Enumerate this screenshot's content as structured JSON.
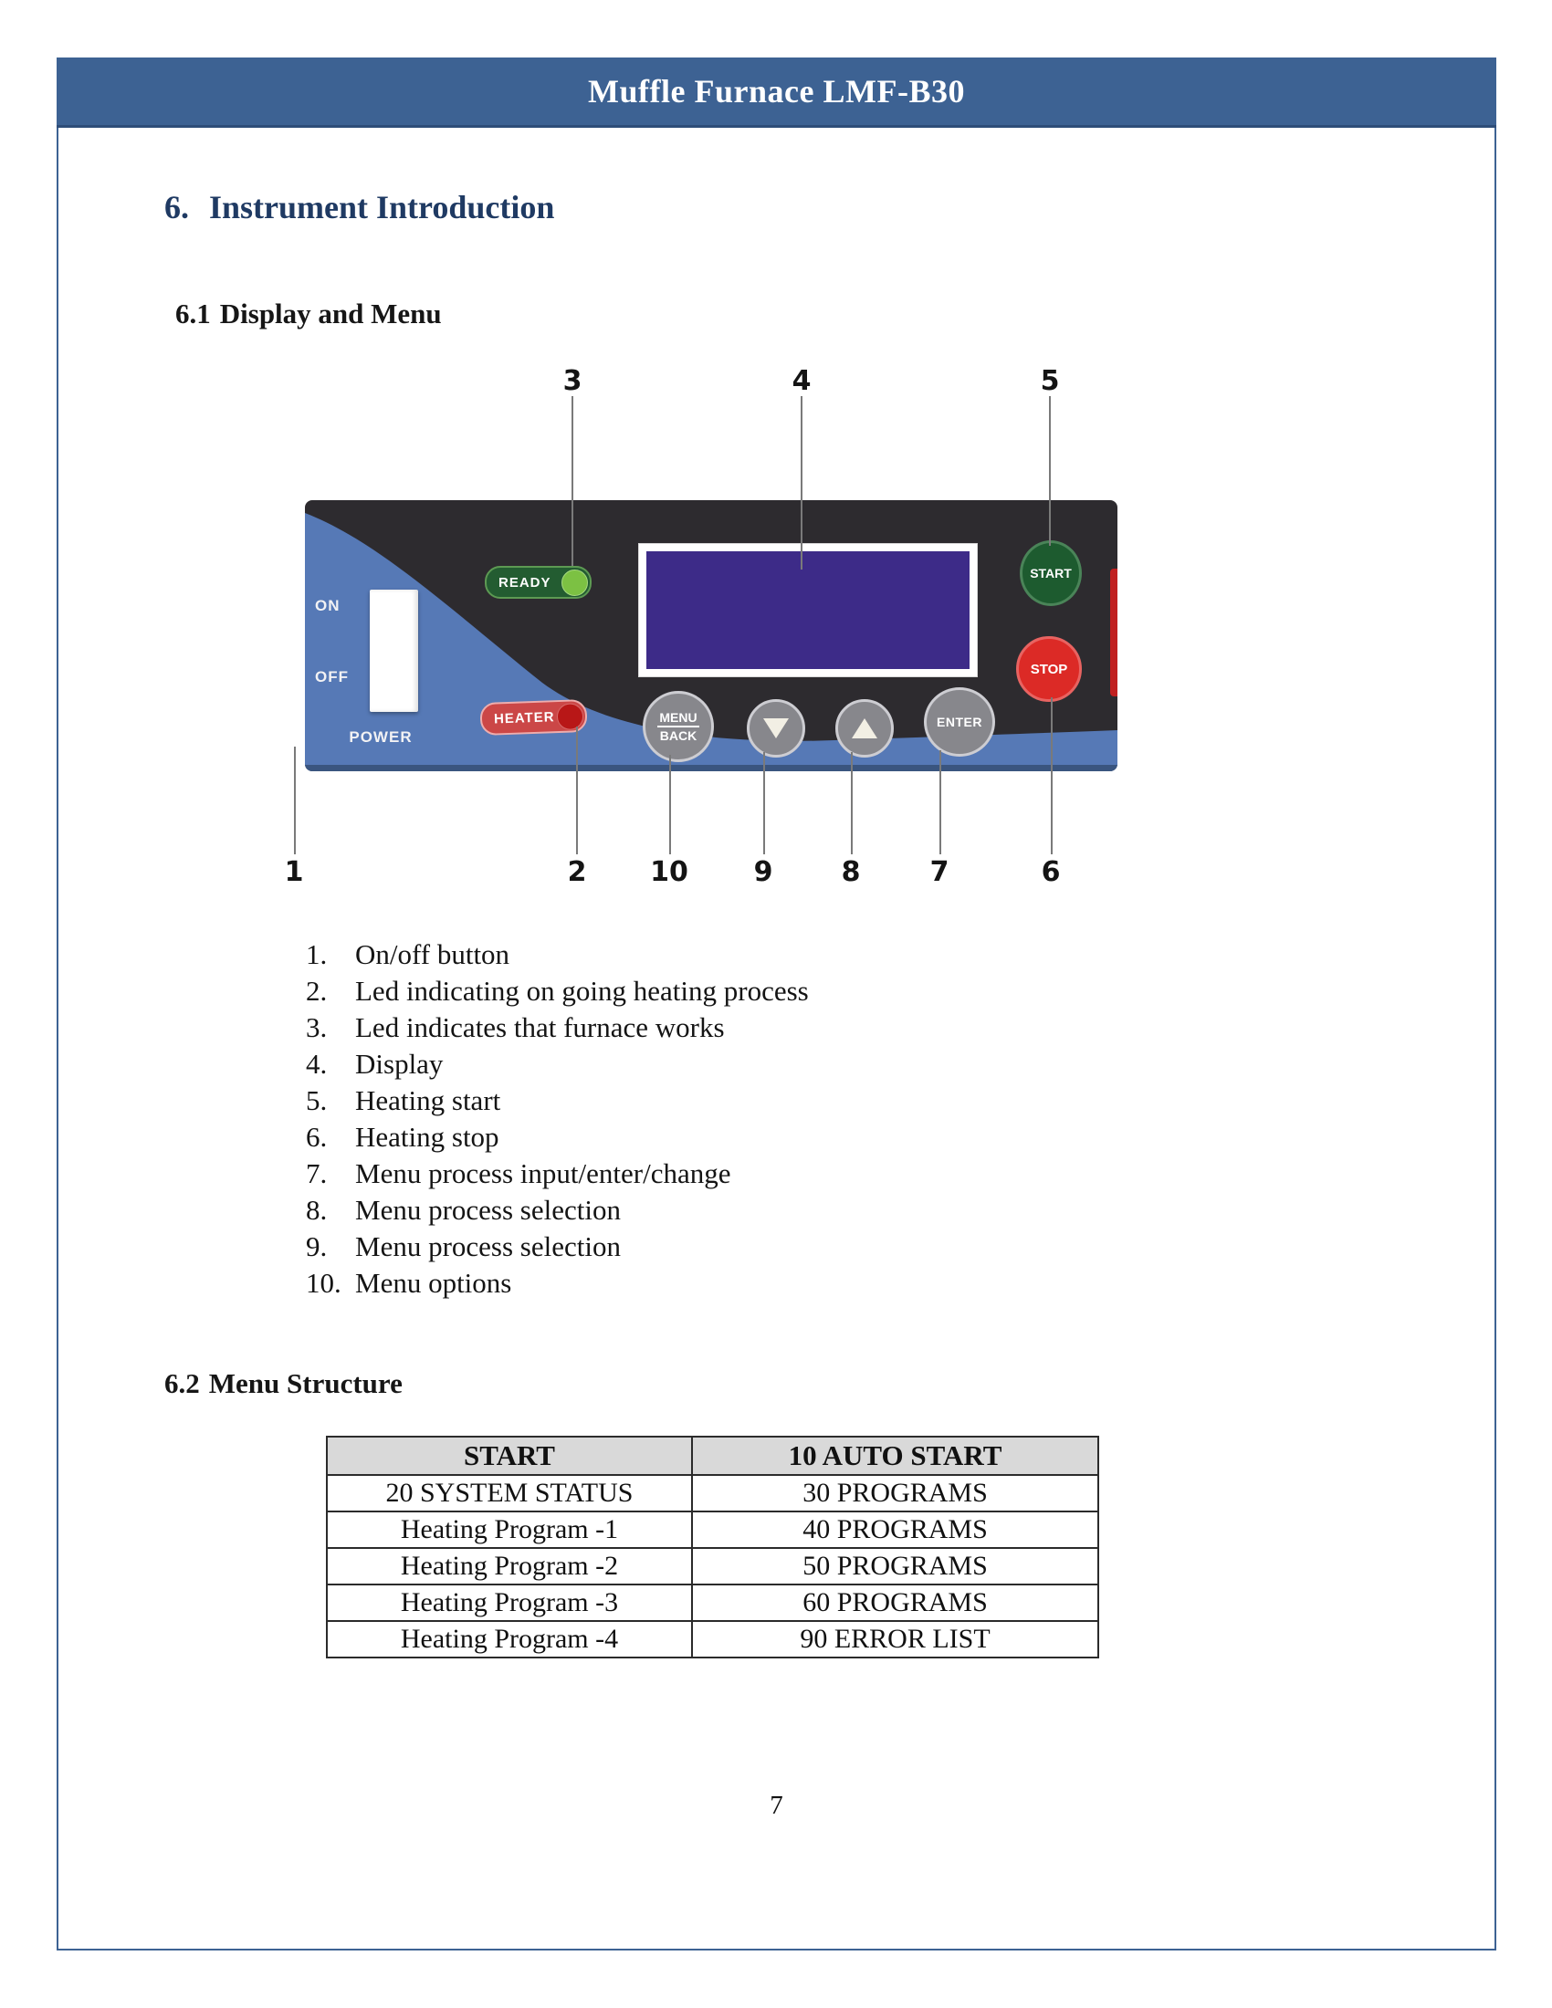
{
  "header": {
    "title": "Muffle Furnace LMF-B30"
  },
  "sections": {
    "main": {
      "number": "6.",
      "title": "Instrument Introduction"
    },
    "sub1": {
      "number": "6.1",
      "title": "Display and Menu"
    },
    "sub2": {
      "number": "6.2",
      "title": "Menu Structure"
    }
  },
  "panel": {
    "power_switch": {
      "on": "ON",
      "off": "OFF",
      "power": "POWER"
    },
    "indicators": {
      "ready": "READY",
      "heater": "HEATER"
    },
    "buttons": {
      "start": "START",
      "stop": "STOP",
      "menu": "MENU",
      "back": "BACK",
      "enter": "ENTER"
    },
    "colors": {
      "panel_dark": "#2d2b2f",
      "panel_blue": "#5679b6",
      "display_purple": "#3d2b88",
      "ready_green": "#235c31",
      "ready_led": "#7cc143",
      "heater_red": "#cb4747",
      "heater_led": "#b81717",
      "start_green": "#1d5b2f",
      "stop_red": "#dc2a26",
      "button_gray": "#87878c",
      "header_bar": "#3d6293"
    }
  },
  "callouts": {
    "top": [
      {
        "label": "3"
      },
      {
        "label": "4"
      },
      {
        "label": "5"
      }
    ],
    "bottom": [
      {
        "label": "1"
      },
      {
        "label": "2"
      },
      {
        "label": "10"
      },
      {
        "label": "9"
      },
      {
        "label": "8"
      },
      {
        "label": "7"
      },
      {
        "label": "6"
      }
    ]
  },
  "legend": {
    "items": [
      {
        "num": "1.",
        "text": "On/off button"
      },
      {
        "num": "2.",
        "text": "Led indicating on going heating process"
      },
      {
        "num": "3.",
        "text": "Led indicates that furnace works"
      },
      {
        "num": "4.",
        "text": "Display"
      },
      {
        "num": "5.",
        "text": "Heating start"
      },
      {
        "num": "6.",
        "text": "Heating stop"
      },
      {
        "num": "7.",
        "text": "Menu process input/enter/change"
      },
      {
        "num": "8.",
        "text": "Menu process selection"
      },
      {
        "num": "9.",
        "text": "Menu process selection"
      },
      {
        "num": "10.",
        "text": "Menu options"
      }
    ]
  },
  "menu_table": {
    "headers": [
      "START",
      "10 AUTO START"
    ],
    "rows": [
      [
        "20 SYSTEM STATUS",
        "30 PROGRAMS"
      ],
      [
        "Heating Program -1",
        "40 PROGRAMS"
      ],
      [
        "Heating Program -2",
        "50 PROGRAMS"
      ],
      [
        "Heating Program -3",
        "60 PROGRAMS"
      ],
      [
        "Heating Program -4",
        "90 ERROR LIST"
      ]
    ]
  },
  "footer": {
    "page_number": "7"
  }
}
